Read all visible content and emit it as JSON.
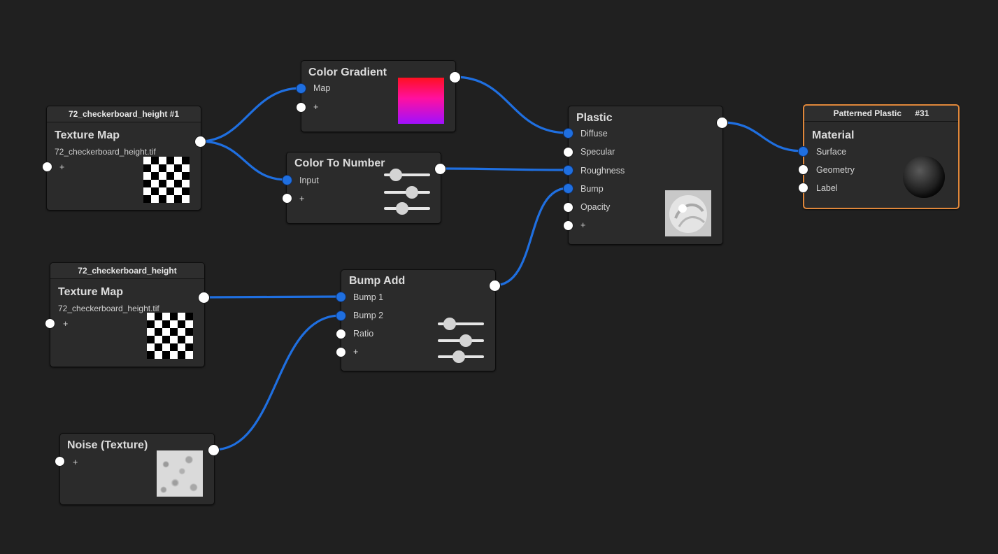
{
  "nodes": {
    "tex1": {
      "header": "72_checkerboard_height #1",
      "title": "Texture Map",
      "file": "72_checkerboard_height.tif",
      "add_label": "+"
    },
    "tex2": {
      "header": "72_checkerboard_height",
      "title": "Texture Map",
      "file": "72_checkerboard_height.tif",
      "add_label": "+"
    },
    "noise": {
      "title": "Noise (Texture)",
      "add_label": "+"
    },
    "gradient": {
      "title": "Color Gradient",
      "ports": [
        "Map",
        "+"
      ]
    },
    "ctn": {
      "title": "Color To Number",
      "ports": [
        "Input",
        "+"
      ],
      "sliders": [
        0.25,
        0.6,
        0.4
      ]
    },
    "bump": {
      "title": "Bump Add",
      "ports": [
        "Bump 1",
        "Bump 2",
        "Ratio",
        "+"
      ],
      "sliders": [
        0.25,
        0.6,
        0.45
      ]
    },
    "plastic": {
      "title": "Plastic",
      "ports": [
        "Diffuse",
        "Specular",
        "Roughness",
        "Bump",
        "Opacity",
        "+"
      ]
    },
    "material": {
      "header_name": "Patterned Plastic",
      "header_id": "#31",
      "title": "Material",
      "ports": [
        "Surface",
        "Geometry",
        "Label"
      ]
    }
  },
  "colors": {
    "background": "#202020",
    "wire": "#1f6fe0",
    "selected_border": "#e0873a"
  }
}
